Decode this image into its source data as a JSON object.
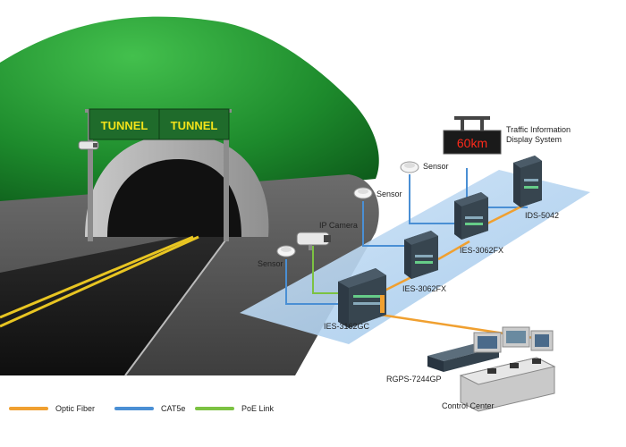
{
  "tunnel": {
    "sign_left": "TUNNEL",
    "sign_right": "TUNNEL"
  },
  "display": {
    "value": "60km",
    "caption_line1": "Traffic Information",
    "caption_line2": "Display System"
  },
  "labels": {
    "sensor_1": "Sensor",
    "sensor_2": "Sensor",
    "sensor_3": "Sensor",
    "ip_camera": "IP Camera",
    "switch_gc": "IES-3162GC",
    "switch_fx1": "IES-3062FX",
    "switch_fx2": "IES-3062FX",
    "switch_ids": "IDS-5042",
    "rgps": "RGPS-7244GP",
    "control_center": "Control Center"
  },
  "legend": [
    {
      "label": "Optic Fiber",
      "color": "#f0a030"
    },
    {
      "label": "CAT5e",
      "color": "#4a8fd4"
    },
    {
      "label": "PoE Link",
      "color": "#7cc242"
    }
  ],
  "colors": {
    "optic_fiber": "#f0a030",
    "cat5e": "#4a8fd4",
    "poe": "#7cc242",
    "sign_green": "#1f6b2b",
    "sign_text": "#f2e21a",
    "display_text": "#ff2a1a"
  }
}
